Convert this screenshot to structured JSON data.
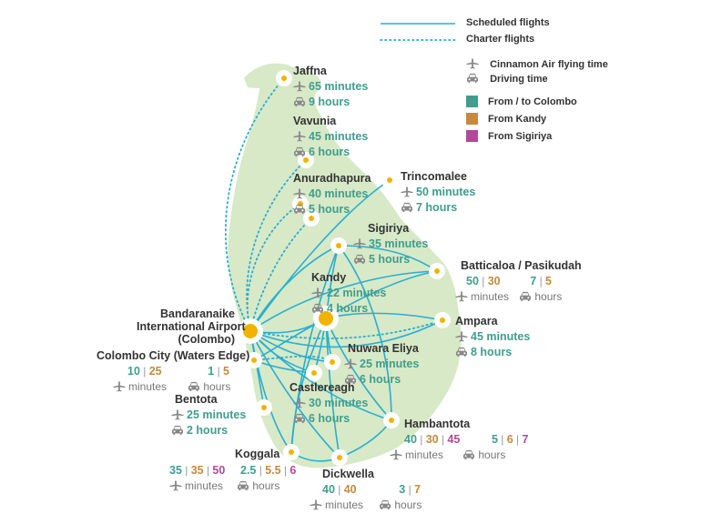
{
  "colors": {
    "land": "#d7e9c7",
    "route": "#2aaed0",
    "airport_outer": "#ffffff",
    "airport_inner": "#f2b300",
    "colombo": "#3f9e8d",
    "kandy": "#c68a3b",
    "sigiriya": "#b24a9a",
    "text": "#333333",
    "muted": "#777777"
  },
  "legend": {
    "scheduled": "Scheduled flights",
    "charter": "Charter flights",
    "flying": "Cinnamon Air flying time",
    "driving": "Driving time",
    "from_colombo": "From / to Colombo",
    "from_kandy": "From Kandy",
    "from_sigiriya": "From Sigiriya"
  },
  "icons": {
    "plane": "plane-icon",
    "car": "car-icon"
  },
  "destinations": {
    "jaffna": {
      "name": "Jaffna",
      "fly": "65 minutes",
      "drive": "9 hours"
    },
    "vavunia": {
      "name": "Vavunia",
      "fly": "45 minutes",
      "drive": "6 hours"
    },
    "anuradhapura": {
      "name": "Anuradhapura",
      "fly": "40 minutes",
      "drive": "5 hours"
    },
    "trincomalee": {
      "name": "Trincomalee",
      "fly": "50 minutes",
      "drive": "7 hours"
    },
    "sigiriya": {
      "name": "Sigiriya",
      "fly": "35 minutes",
      "drive": "5 hours"
    },
    "kandy": {
      "name": "Kandy",
      "fly": "22 minutes",
      "drive": "4 hours"
    },
    "batticaloa": {
      "name": "Batticaloa / Pasikudah",
      "fly_c": "50",
      "fly_k": "30",
      "fly_unit": "minutes",
      "drive_c": "7",
      "drive_k": "5",
      "drive_unit": "hours"
    },
    "ampara": {
      "name": "Ampara",
      "fly": "45 minutes",
      "drive": "8 hours"
    },
    "bia": {
      "name_line1": "Bandaranaike",
      "name_line2": "International Airport",
      "name_line3": "(Colombo)"
    },
    "colombo_city": {
      "name": "Colombo City (Waters Edge)",
      "fly_c": "10",
      "fly_k": "25",
      "fly_unit": "minutes",
      "drive_c": "1",
      "drive_k": "5",
      "drive_unit": "hours"
    },
    "nuwara_eliya": {
      "name": "Nuwara Eliya",
      "fly": "25 minutes",
      "drive": "6 hours"
    },
    "castlereagh": {
      "name": "Castlereagh",
      "fly": "30 minutes",
      "drive": "6 hours"
    },
    "bentota": {
      "name": "Bentota",
      "fly": "25 minutes",
      "drive": "2 hours"
    },
    "hambantota": {
      "name": "Hambantota",
      "fly_c": "40",
      "fly_k": "30",
      "fly_s": "45",
      "fly_unit": "minutes",
      "drive_c": "5",
      "drive_k": "6",
      "drive_s": "7",
      "drive_unit": "hours"
    },
    "koggala": {
      "name": "Koggala",
      "fly_c": "35",
      "fly_k": "35",
      "fly_s": "50",
      "fly_unit": "minutes",
      "drive_c": "2.5",
      "drive_k": "5.5",
      "drive_s": "6",
      "drive_unit": "hours"
    },
    "dickwella": {
      "name": "Dickwella",
      "fly_c": "40",
      "fly_k": "40",
      "fly_unit": "minutes",
      "drive_c": "3",
      "drive_k": "7",
      "drive_unit": "hours"
    }
  }
}
